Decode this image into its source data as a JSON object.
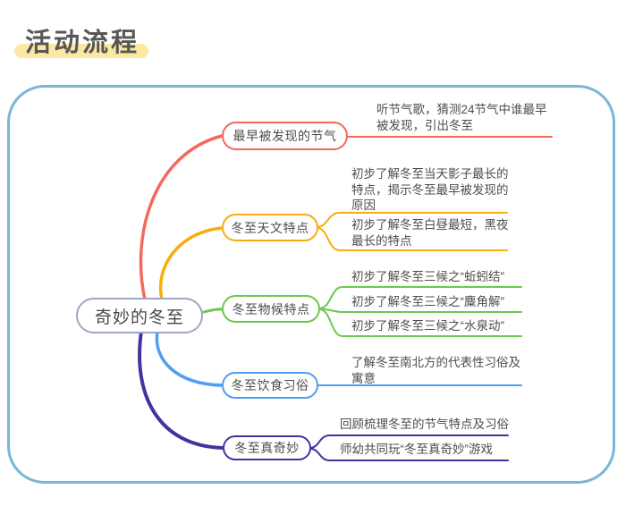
{
  "page": {
    "title": "活动流程",
    "title_color": "#575757",
    "title_highlight_color": "#fbe9a3",
    "board_border_color": "#79b7d9"
  },
  "mindmap": {
    "root": {
      "label": "奇妙的冬至",
      "border_color": "#9ba7c4"
    },
    "branches": [
      {
        "label": "最早被发现的节气",
        "color": "#f4695e",
        "children": [
          {
            "text": "听节气歌，猜测24节气中谁最早\n被发现，引出冬至"
          }
        ]
      },
      {
        "label": "冬至天文特点",
        "color": "#f9ac0e",
        "children": [
          {
            "text": "初步了解冬至当天影子最长的\n特点，揭示冬至最早被发现的\n原因"
          },
          {
            "text": "初步了解冬至白昼最短，黑夜\n最长的特点"
          }
        ]
      },
      {
        "label": "冬至物候特点",
        "color": "#6cc94d",
        "children": [
          {
            "text": "初步了解冬至三候之“蚯蚓结”"
          },
          {
            "text": "初步了解冬至三候之“麋角解”"
          },
          {
            "text": "初步了解冬至三候之“水泉动”"
          }
        ]
      },
      {
        "label": "冬至饮食习俗",
        "color": "#509df1",
        "children": [
          {
            "text": "了解冬至南北方的代表性习俗及\n寓意"
          }
        ]
      },
      {
        "label": "冬至真奇妙",
        "color": "#43339e",
        "children": [
          {
            "text": "回顾梳理冬至的节气特点及习俗"
          },
          {
            "text": "师幼共同玩“冬至真奇妙”游戏"
          }
        ]
      }
    ]
  }
}
